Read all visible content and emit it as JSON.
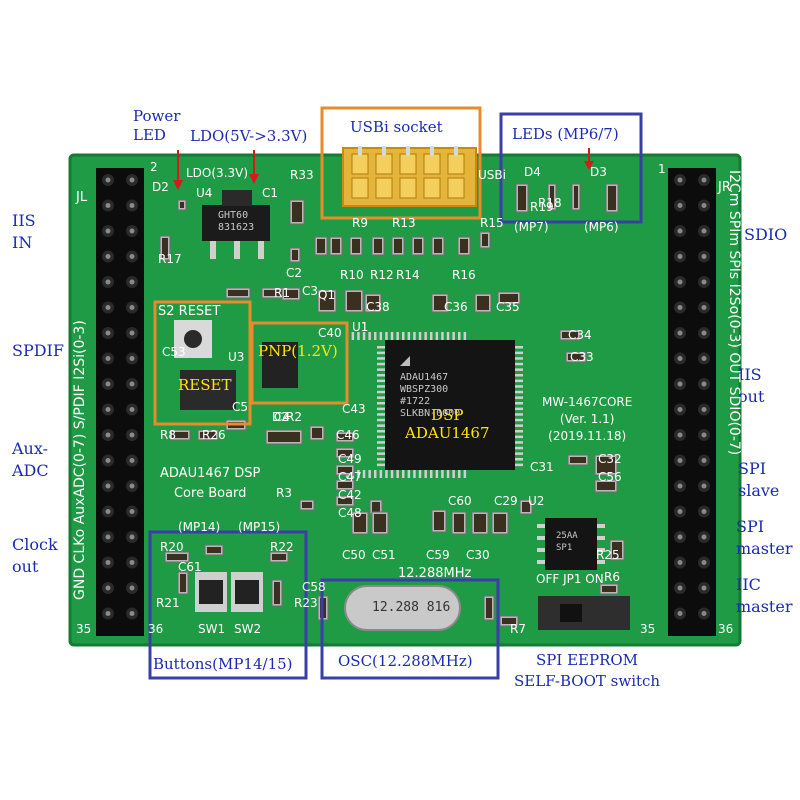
{
  "colors": {
    "pcb": "#1f9a45",
    "pcb_dark": "#157a33",
    "header": "#0c0c0c",
    "blue_box": "#3b3ea8",
    "orange_box": "#e88b2c",
    "label_blue": "#1a2bb0",
    "annotation_yellow": "#ffe600"
  },
  "side_labels_left": [
    "IIS\nIN",
    "SPDIF",
    "Aux-\nADC",
    "Clock\nout"
  ],
  "side_labels_right": [
    "SDIO",
    "IIS\nout",
    "SPI\nslave",
    "SPI\nmaster",
    "IIC\nmaster"
  ],
  "top_labels": {
    "power_led": "Power\nLED",
    "ldo": "LDO(5V->3.3V)",
    "usbi": "USBi socket",
    "leds": "LEDs (MP6/7)"
  },
  "bottom_labels": {
    "buttons": "Buttons(MP14/15)",
    "osc": "OSC(12.288MHz)",
    "eeprom": "SPI EEPROM\nSELF-BOOT switch"
  },
  "annotations": {
    "reset": "RESET",
    "pnp": "PNP(1.2V)",
    "dsp": "DSP\nADAU1467"
  },
  "silkscreen": {
    "left_header_vertical": "GND CLKo AuxADC(0-7) S/PDIF I2Si(0-3)",
    "right_header_vertical": "I2Cm SPIm SPIs I2So(0-3) OUT SDIO(0-7)",
    "jl": "JL",
    "jr": "JR",
    "pin2_left": "2",
    "pin1_right": "1",
    "pin35_left": "35",
    "pin36_left": "36",
    "pin35_right": "35",
    "pin36_right": "36",
    "ldo": "LDO(3.3V)",
    "board_name": "ADAU1467 DSP\nCore Board",
    "mw": "MW-1467CORE\n(Ver. 1.1)\n(2019.11.18)",
    "freq": "12.288MHz",
    "mp14": "(MP14)",
    "mp15": "(MP15)",
    "sw1": "SW1",
    "sw2": "SW2",
    "mp7": "(MP7)",
    "mp6": "(MP6)",
    "d4": "D4",
    "d3": "D3",
    "off_jp1_on": "OFF JP1 ON",
    "s2_reset": "S2 RESET",
    "u1": "U1",
    "u2": "U2",
    "u3": "U3",
    "u4": "U4",
    "d2": "D2",
    "c1": "C1",
    "r33": "R33",
    "usbi": "USBi"
  },
  "chips": {
    "dsp": "ADAU1467\nWBSPZ300\n#1722\nSLKBN-0000",
    "ldo": "GHT60\n831623",
    "osc": "12.288 816",
    "eeprom": "25AA\nSP1"
  },
  "component_labels": [
    {
      "t": "R17"
    },
    {
      "t": "C2"
    },
    {
      "t": "C3"
    },
    {
      "t": "R1"
    },
    {
      "t": "C53"
    },
    {
      "t": "C5"
    },
    {
      "t": "R8"
    },
    {
      "t": "R26"
    },
    {
      "t": "C46"
    },
    {
      "t": "C49"
    },
    {
      "t": "C47"
    },
    {
      "t": "C42"
    },
    {
      "t": "C48"
    },
    {
      "t": "R3"
    },
    {
      "t": "C38"
    },
    {
      "t": "C36"
    },
    {
      "t": "C35"
    },
    {
      "t": "C34"
    },
    {
      "t": "C33"
    },
    {
      "t": "C31"
    },
    {
      "t": "C32"
    },
    {
      "t": "C56"
    },
    {
      "t": "R10"
    },
    {
      "t": "R12"
    },
    {
      "t": "R14"
    },
    {
      "t": "R16"
    },
    {
      "t": "R15"
    },
    {
      "t": "R9"
    },
    {
      "t": "R13"
    },
    {
      "t": "C40"
    },
    {
      "t": "C43"
    },
    {
      "t": "C50"
    },
    {
      "t": "C51"
    },
    {
      "t": "C59"
    },
    {
      "t": "C30"
    },
    {
      "t": "C60"
    },
    {
      "t": "C29"
    },
    {
      "t": "R20"
    },
    {
      "t": "R22"
    },
    {
      "t": "R21"
    },
    {
      "t": "C61"
    },
    {
      "t": "R23"
    },
    {
      "t": "R25"
    },
    {
      "t": "R6"
    },
    {
      "t": "R7"
    },
    {
      "t": "C4"
    },
    {
      "t": "C58"
    },
    {
      "t": "Q1"
    },
    {
      "t": "D2"
    },
    {
      "t": "R18"
    },
    {
      "t": "R19"
    },
    {
      "t": "R2"
    }
  ]
}
